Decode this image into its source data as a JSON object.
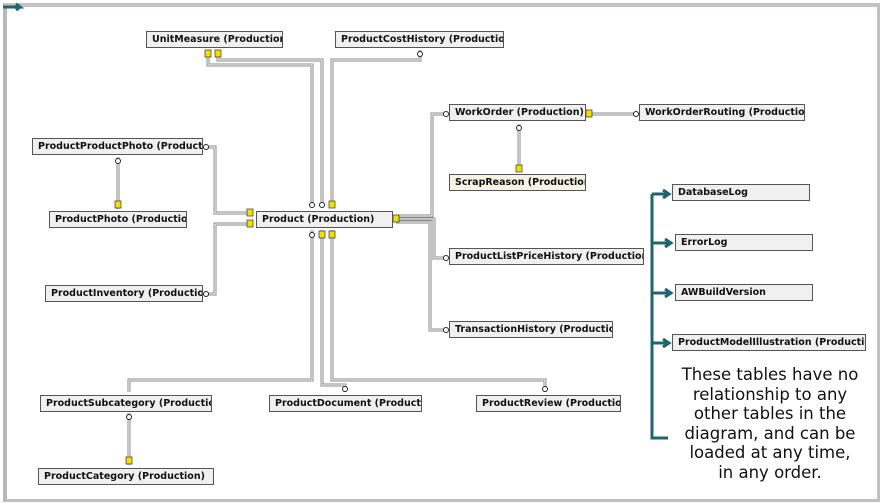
{
  "tables": {
    "unit_measure": "UnitMeasure (Production)",
    "product_cost_history": "ProductCostHistory (Production)",
    "product_product_photo": "ProductProductPhoto (Production)",
    "product_photo": "ProductPhoto (Production)",
    "product": "Product (Production)",
    "work_order": "WorkOrder (Production)",
    "work_order_routing": "WorkOrderRouting (Production)",
    "scrap_reason": "ScrapReason (Production)",
    "product_list_price_history": "ProductListPriceHistory (Production)",
    "transaction_history": "TransactionHistory (Production)",
    "product_inventory": "ProductInventory (Production)",
    "product_subcategory": "ProductSubcategory (Production)",
    "product_document": "ProductDocument (Production)",
    "product_review": "ProductReview (Production)",
    "product_category": "ProductCategory (Production)",
    "database_log": "DatabaseLog",
    "error_log": "ErrorLog",
    "aw_build_version": "AWBuildVersion",
    "product_model_illustration": "ProductModelIllustration (Production)"
  },
  "note": {
    "line1": "These tables have no",
    "line2": "relationship to any",
    "line3": "other tables in the",
    "line4": "diagram, and can be",
    "line5": "loaded at any time,",
    "line6": "in any order."
  },
  "colors": {
    "annotation": "#1f6470",
    "key": "#f0e000",
    "line": "#888888"
  }
}
